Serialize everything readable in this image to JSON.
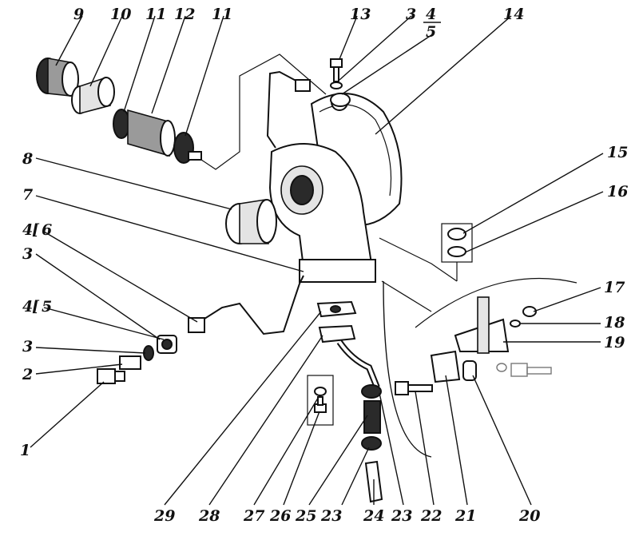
{
  "callouts": [
    {
      "id": "c1",
      "text": "1"
    },
    {
      "id": "c2",
      "text": "2"
    },
    {
      "id": "c3a",
      "text": "3"
    },
    {
      "id": "c3b",
      "text": "3"
    },
    {
      "id": "c3c",
      "text": "3"
    },
    {
      "id": "c4a",
      "text": "4"
    },
    {
      "id": "c4b",
      "text": "4"
    },
    {
      "id": "c4c",
      "text": "4"
    },
    {
      "id": "c5a",
      "text": "5"
    },
    {
      "id": "c5b",
      "text": "5"
    },
    {
      "id": "c6",
      "text": "6"
    },
    {
      "id": "c7",
      "text": "7"
    },
    {
      "id": "c8",
      "text": "8"
    },
    {
      "id": "c9",
      "text": "9"
    },
    {
      "id": "c10",
      "text": "10"
    },
    {
      "id": "c11a",
      "text": "11"
    },
    {
      "id": "c11b",
      "text": "11"
    },
    {
      "id": "c12",
      "text": "12"
    },
    {
      "id": "c13",
      "text": "13"
    },
    {
      "id": "c14",
      "text": "14"
    },
    {
      "id": "c15",
      "text": "15"
    },
    {
      "id": "c16",
      "text": "16"
    },
    {
      "id": "c17",
      "text": "17"
    },
    {
      "id": "c18",
      "text": "18"
    },
    {
      "id": "c19",
      "text": "19"
    },
    {
      "id": "c20",
      "text": "20"
    },
    {
      "id": "c21",
      "text": "21"
    },
    {
      "id": "c22",
      "text": "22"
    },
    {
      "id": "c23a",
      "text": "23"
    },
    {
      "id": "c23b",
      "text": "23"
    },
    {
      "id": "c24",
      "text": "24"
    },
    {
      "id": "c25",
      "text": "25"
    },
    {
      "id": "c26",
      "text": "26"
    },
    {
      "id": "c27",
      "text": "27"
    },
    {
      "id": "c28",
      "text": "28"
    },
    {
      "id": "c29",
      "text": "29"
    }
  ],
  "brackets": {
    "open": "["
  },
  "colors": {
    "ink": "#111111",
    "paper": "#ffffff",
    "shade": "#2a2a2a"
  }
}
